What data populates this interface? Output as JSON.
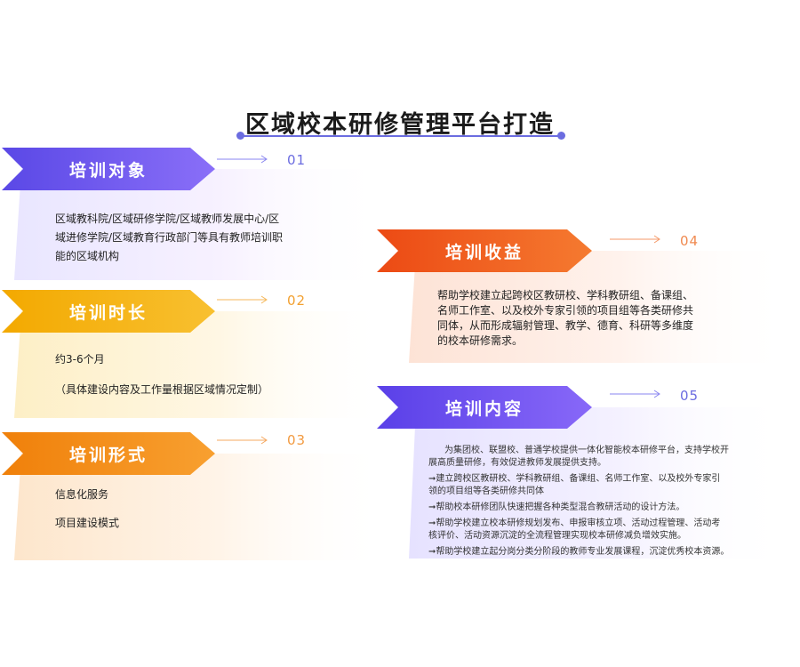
{
  "title": "区域校本研修管理平台打造",
  "colors": {
    "title_accent": "#6b6ce0",
    "purple": "#7055f0",
    "yellow": "#f5b20e",
    "orange": "#f3901c",
    "red_orange": "#f05c1a"
  },
  "sections": {
    "s1": {
      "label": "培训对象",
      "number": "01",
      "lines": [
        "区域教科院/区域研修学院/区域教师发展中心/区",
        "域进修学院/区域教育行政部门等具有教师培训职",
        "能的区域机构"
      ]
    },
    "s2": {
      "label": "培训时长",
      "number": "02",
      "lines": [
        "约3-6个月",
        "（具体建设内容及工作量根据区域情况定制）"
      ]
    },
    "s3": {
      "label": "培训形式",
      "number": "03",
      "lines": [
        "信息化服务",
        "项目建设模式"
      ]
    },
    "s4": {
      "label": "培训收益",
      "number": "04",
      "lines": [
        "帮助学校建立起跨校区教研校、学科教研组、备课组、",
        "名师工作室、以及校外专家引领的项目组等各类研修共",
        "同体，从而形成辐射管理、教学、德育、科研等多维度",
        "的校本研修需求。"
      ]
    },
    "s5": {
      "label": "培训内容",
      "number": "05",
      "intro": [
        "为集团校、联盟校、普通学校提供一体化智能校本研修平台，支持学校开",
        "展高质量研修，有效促进教师发展提供支持。"
      ],
      "bullets": [
        [
          "➞建立跨校区教研校、学科教研组、备课组、名师工作室、以及校外专家引",
          "领的项目组等各类研修共同体"
        ],
        [
          "➞帮助校本研修团队快速把握各种类型混合教研活动的设计方法。"
        ],
        [
          "➞帮助学校建立校本研修规划发布、申报审核立项、活动过程管理、活动考",
          "核评价、活动资源沉淀的全流程管理实现校本研修减负增效实施。"
        ],
        [
          "➞帮助学校建立起分岗分类分阶段的教师专业发展课程，沉淀优秀校本资源。"
        ]
      ]
    }
  }
}
